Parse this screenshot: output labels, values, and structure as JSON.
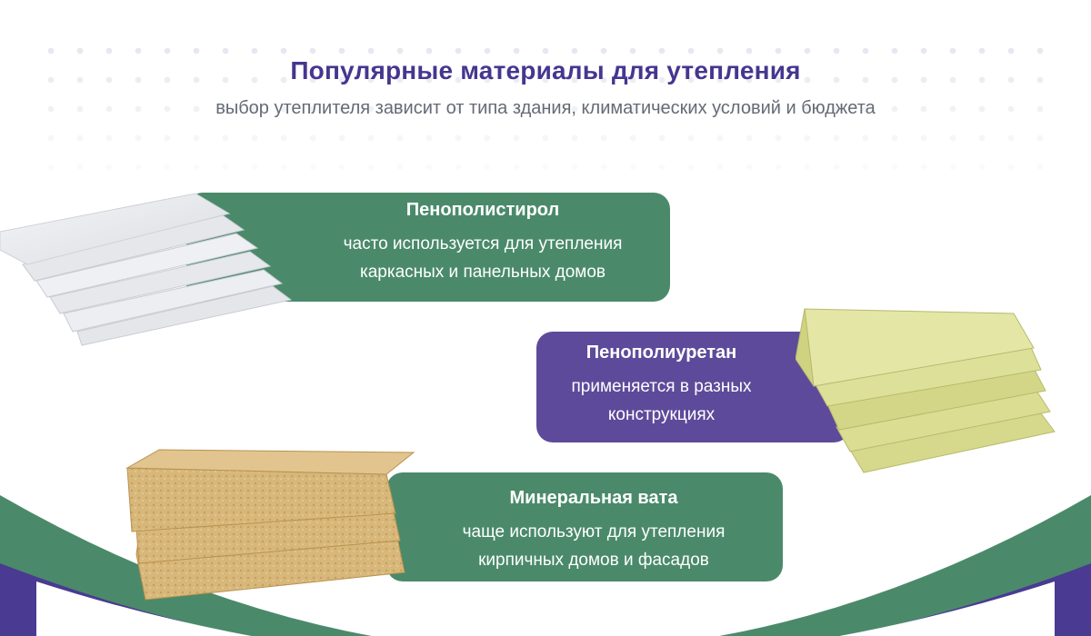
{
  "header": {
    "title": "Популярные материалы для утепления",
    "subtitle": "выбор утеплителя зависит от типа здания, климатических условий и бюджета"
  },
  "cards": [
    {
      "title": "Пенополистирол",
      "line1": "часто используется для утепления",
      "line2": "каркасных и панельных домов"
    },
    {
      "title": "Пенополиуретан",
      "line1": "применяется в разных",
      "line2": "конструкциях"
    },
    {
      "title": "Минеральная вата",
      "line1": "чаще используют для утепления",
      "line2": "кирпичных домов и фасадов"
    }
  ],
  "images": [
    {
      "icon": "polystyrene-boards-image"
    },
    {
      "icon": "polyurethane-boards-image"
    },
    {
      "icon": "mineral-wool-slabs-image"
    }
  ],
  "colors": {
    "title": "#46368f",
    "subtitle": "#666a75",
    "green": "#4a8a6a",
    "purple": "#5e4a9a",
    "polyurethane": "#dfe29a",
    "mineral_wool": "#d8b77a"
  }
}
